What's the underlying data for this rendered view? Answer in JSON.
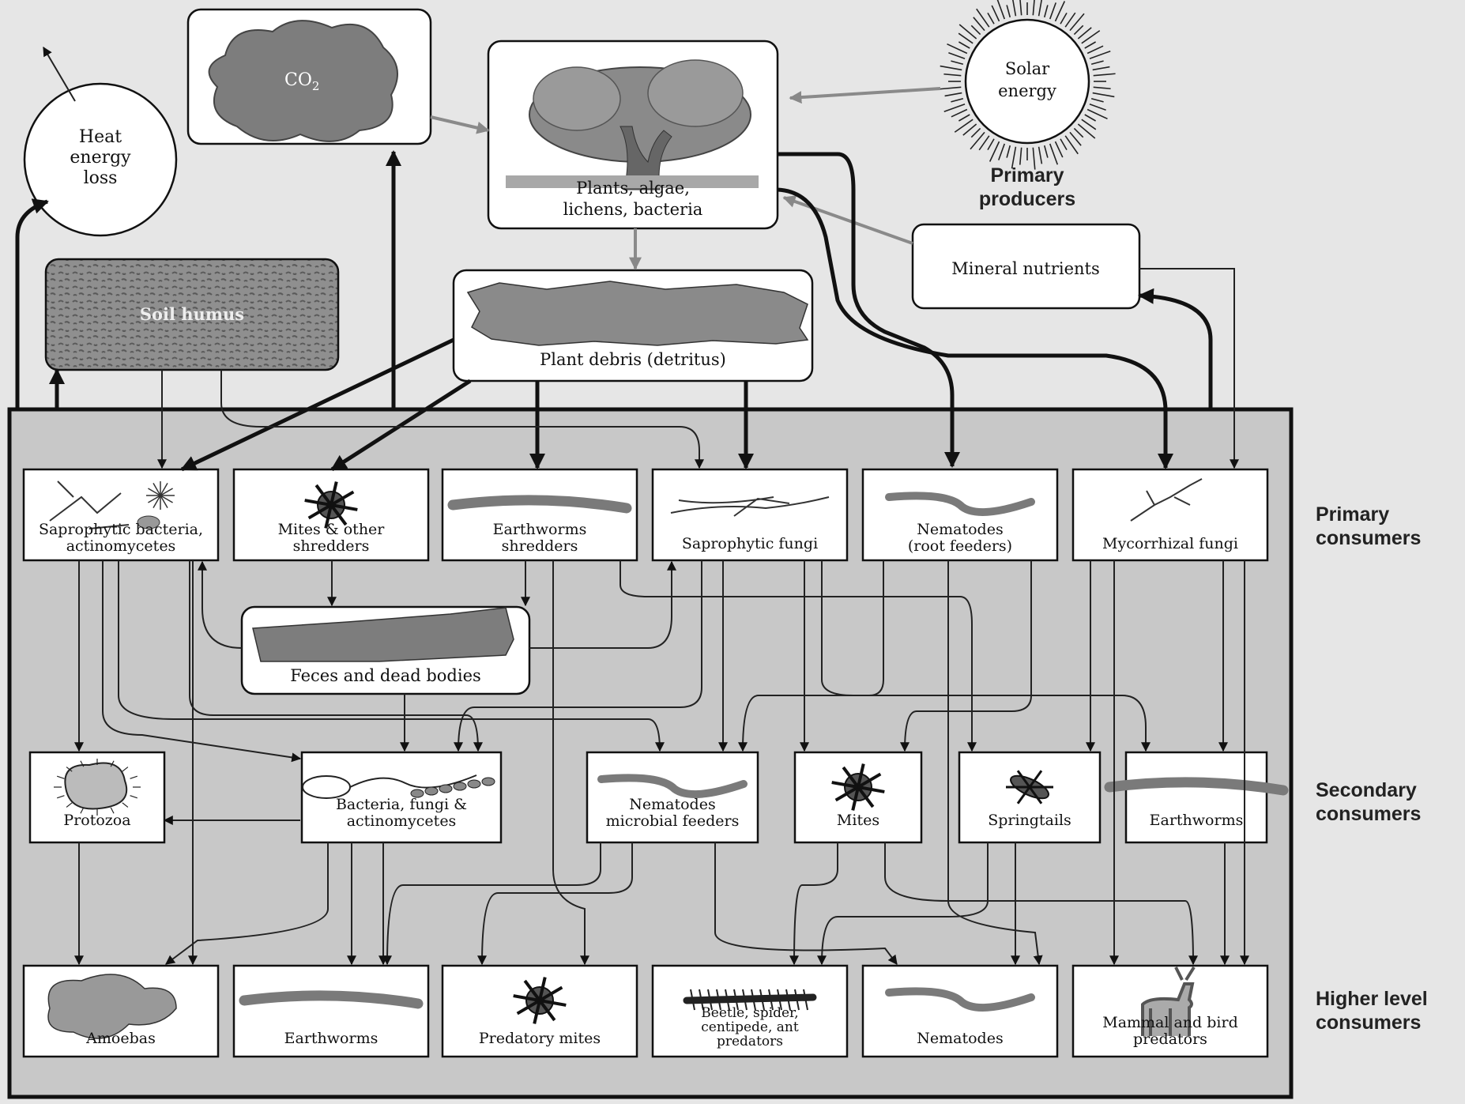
{
  "top": {
    "heat": [
      "Heat",
      "energy",
      "loss"
    ],
    "co2": "CO",
    "co2_sub": "2",
    "solar": [
      "Solar",
      "energy"
    ],
    "plants": [
      "Plants, algae,",
      "lichens, bacteria"
    ],
    "primary_producers": [
      "Primary",
      "producers"
    ],
    "mineral_nutrients": "Mineral nutrients",
    "soil_humus": "Soil humus",
    "plant_debris": "Plant debris (detritus)"
  },
  "primary": [
    {
      "label": [
        "Saprophytic bacteria,",
        "actinomycetes"
      ],
      "icon": "bacteria-icon"
    },
    {
      "label": [
        "Mites & other",
        "shredders"
      ],
      "icon": "mite-icon"
    },
    {
      "label": [
        "Earthworms",
        "shredders"
      ],
      "icon": "worm-icon"
    },
    {
      "label": [
        "Saprophytic fungi"
      ],
      "icon": "fungi-hyphae-icon"
    },
    {
      "label": [
        "Nematodes",
        "(root feeders)"
      ],
      "icon": "nematode-icon"
    },
    {
      "label": [
        "Mycorrhizal fungi"
      ],
      "icon": "mycorrhiza-icon"
    }
  ],
  "feces": "Feces and dead bodies",
  "secondary": [
    {
      "label": [
        "Protozoa"
      ],
      "icon": "protozoa-icon"
    },
    {
      "label": [
        "Bacteria, fungi &",
        "actinomycetes"
      ],
      "icon": "microbe-icon"
    },
    {
      "label": [
        "Nematodes",
        "microbial feeders"
      ],
      "icon": "nematode-icon"
    },
    {
      "label": [
        "Mites"
      ],
      "icon": "mite-icon"
    },
    {
      "label": [
        "Springtails"
      ],
      "icon": "springtail-icon"
    },
    {
      "label": [
        "Earthworms"
      ],
      "icon": "worm-icon"
    }
  ],
  "higher": [
    {
      "label": [
        "Amoebas"
      ],
      "icon": "amoeba-icon"
    },
    {
      "label": [
        "Earthworms"
      ],
      "icon": "worm-icon"
    },
    {
      "label": [
        "Predatory mites"
      ],
      "icon": "mite-icon"
    },
    {
      "label": [
        "Beetle, spider,",
        "centipede, ant",
        "predators"
      ],
      "icon": "centipede-icon"
    },
    {
      "label": [
        "Nematodes"
      ],
      "icon": "nematode-icon"
    },
    {
      "label": [
        "Mammal and bird",
        "predators"
      ],
      "icon": "deer-icon"
    }
  ],
  "levels": {
    "primary": [
      "Primary",
      "consumers"
    ],
    "secondary": [
      "Secondary",
      "consumers"
    ],
    "higher": [
      "Higher level",
      "consumers"
    ]
  },
  "colors": {
    "background": "#e6e6e6",
    "soil_panel": "#c8c8c8",
    "box": "#ffffff",
    "black_arrow": "#111111",
    "grey_arrow": "#8a8a8a",
    "organism": "#7a7a7a"
  }
}
